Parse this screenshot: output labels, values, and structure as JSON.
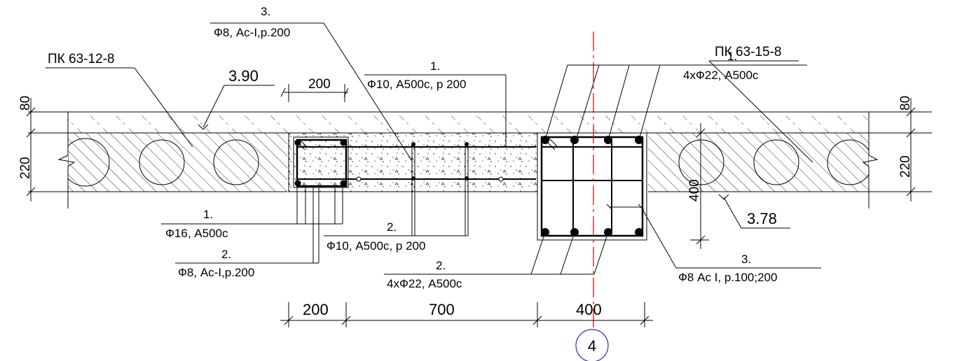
{
  "slab_left": {
    "mark": "ПК 63-12-8",
    "level": "3.90"
  },
  "slab_right": {
    "mark": "ПК 63-15-8",
    "level": "3.78"
  },
  "rebar_top": {
    "r3_num": "3.",
    "r3_text": "Ф8, Ас-I,р.200",
    "r1_num": "1.",
    "r1_text": "Ф10, А500с, р 200"
  },
  "beam_top": {
    "num": "1.",
    "text": "4хФ22, А500с"
  },
  "rebar_bottom": {
    "l1_num": "1.",
    "l1_text": "Ф16, А500с",
    "l2_num": "2.",
    "l2_text": "Ф8, Ас-I,р.200",
    "c2_num": "2.",
    "c2_text": "Ф10, А500с, р 200"
  },
  "beam_bottom": {
    "b2_num": "2.",
    "b2_text": "4хФ22, А500с",
    "b3_num": "3.",
    "b3_text": "Ф8 Ас I, р.100;200"
  },
  "dims": {
    "top_200": "200",
    "left_80": "80",
    "left_220": "220",
    "right_80": "80",
    "right_220": "220",
    "beam_400": "400",
    "bottom": [
      "200",
      "700",
      "400"
    ]
  },
  "axis": {
    "label": "4",
    "color": "#d40000",
    "circle_color": "#2233aa"
  }
}
